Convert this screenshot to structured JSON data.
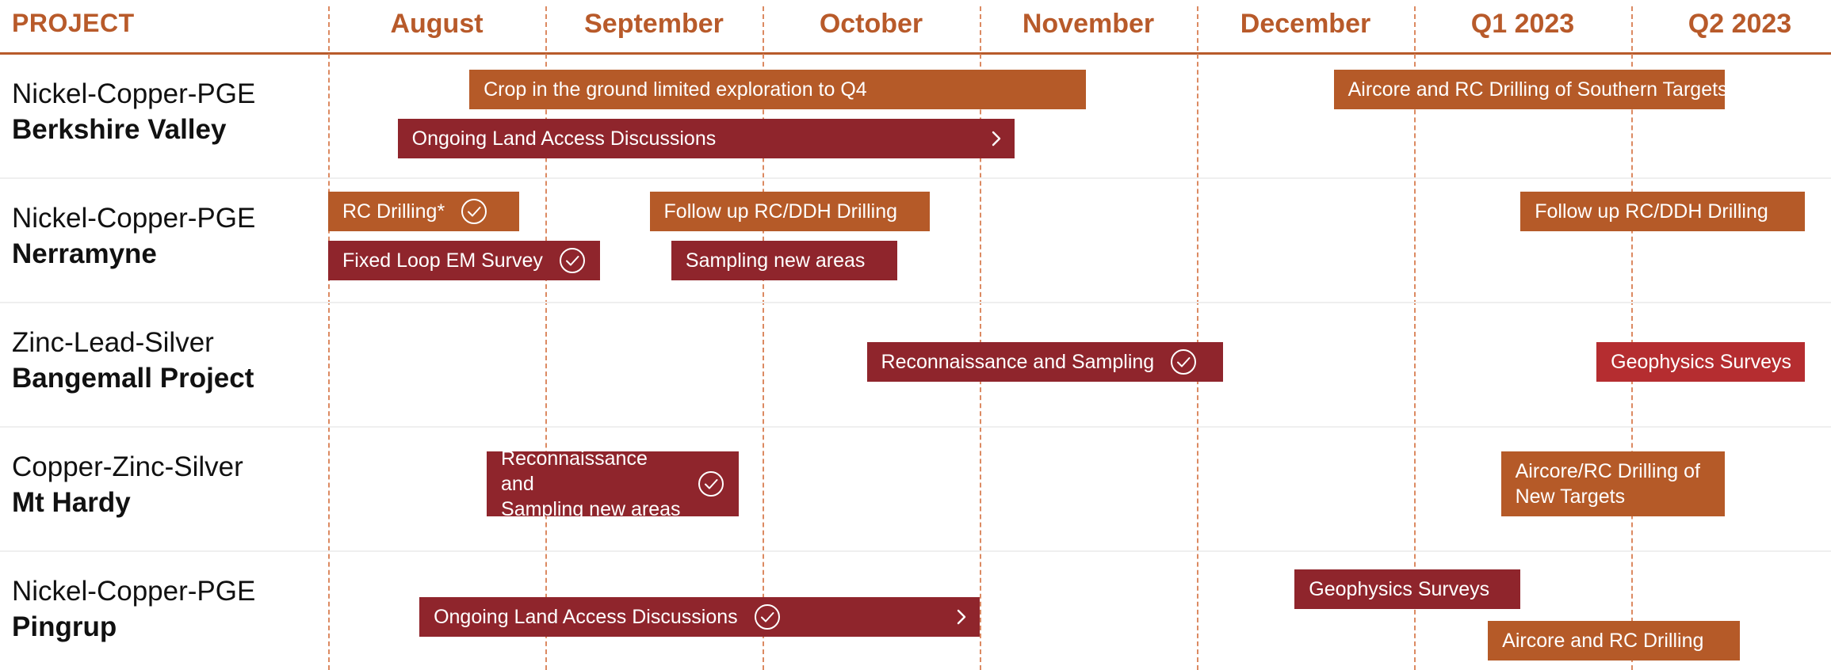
{
  "chart_data": {
    "type": "gantt",
    "header": "PROJECT",
    "periods": [
      "August",
      "September",
      "October",
      "November",
      "December",
      "Q1 2023",
      "Q2 2023"
    ],
    "colors": {
      "orange": "#b55a28",
      "red": "#8f252c",
      "bright_red": "#b52d30",
      "header_accent": "#b85a2a",
      "gridline": "#dc8a62"
    },
    "rows": [
      {
        "type": "Nickel-Copper-PGE",
        "name": "Berkshire Valley",
        "tasks": [
          {
            "label": "Crop in the ground limited exploration to Q4",
            "start": 0.65,
            "end": 3.49,
            "color": "orange",
            "complete": false,
            "continues": false
          },
          {
            "label": "Aircore and RC Drilling of Southern Targets^",
            "start": 4.63,
            "end": 6.43,
            "color": "orange",
            "complete": false,
            "continues": false
          },
          {
            "label": "Ongoing Land Access Discussions",
            "start": 0.32,
            "end": 3.16,
            "color": "red",
            "complete": false,
            "continues": true
          }
        ]
      },
      {
        "type": "Nickel-Copper-PGE",
        "name": "Nerramyne",
        "tasks": [
          {
            "label": "RC Drilling*",
            "start": 0.0,
            "end": 0.88,
            "color": "orange",
            "complete": true,
            "continues": false
          },
          {
            "label": "Follow up RC/DDH Drilling",
            "start": 1.48,
            "end": 2.77,
            "color": "orange",
            "complete": false,
            "continues": false
          },
          {
            "label": "Follow up RC/DDH Drilling",
            "start": 5.49,
            "end": 6.8,
            "color": "orange",
            "complete": false,
            "continues": false
          },
          {
            "label": "Fixed Loop EM Survey",
            "start": 0.0,
            "end": 1.25,
            "color": "red",
            "complete": true,
            "continues": false
          },
          {
            "label": "Sampling new areas",
            "start": 1.58,
            "end": 2.62,
            "color": "red",
            "complete": false,
            "continues": false
          }
        ]
      },
      {
        "type": "Zinc-Lead-Silver",
        "name": "Bangemall Project",
        "tasks": [
          {
            "label": "Reconnaissance and Sampling",
            "start": 2.48,
            "end": 4.12,
            "color": "red",
            "complete": true,
            "continues": false
          },
          {
            "label": "Geophysics Surveys",
            "start": 5.84,
            "end": 6.8,
            "color": "bright_red",
            "complete": false,
            "continues": false
          }
        ]
      },
      {
        "type": "Copper-Zinc-Silver",
        "name": "Mt Hardy",
        "tasks": [
          {
            "label": "Reconnaissance and\nSampling new areas",
            "start": 0.73,
            "end": 1.89,
            "color": "red",
            "complete": true,
            "continues": false
          },
          {
            "label": "Aircore/RC Drilling of\nNew Targets",
            "start": 5.4,
            "end": 6.43,
            "color": "orange",
            "complete": false,
            "continues": false
          }
        ]
      },
      {
        "type": "Nickel-Copper-PGE",
        "name": "Pingrup",
        "tasks": [
          {
            "label": "Geophysics Surveys",
            "start": 4.45,
            "end": 5.49,
            "color": "red",
            "complete": false,
            "continues": false
          },
          {
            "label": "Ongoing Land Access Discussions",
            "start": 0.42,
            "end": 3.0,
            "color": "red",
            "complete": true,
            "continues": true
          },
          {
            "label": "Aircore and RC Drilling",
            "start": 5.34,
            "end": 6.5,
            "color": "orange",
            "complete": false,
            "continues": false
          }
        ]
      }
    ]
  }
}
